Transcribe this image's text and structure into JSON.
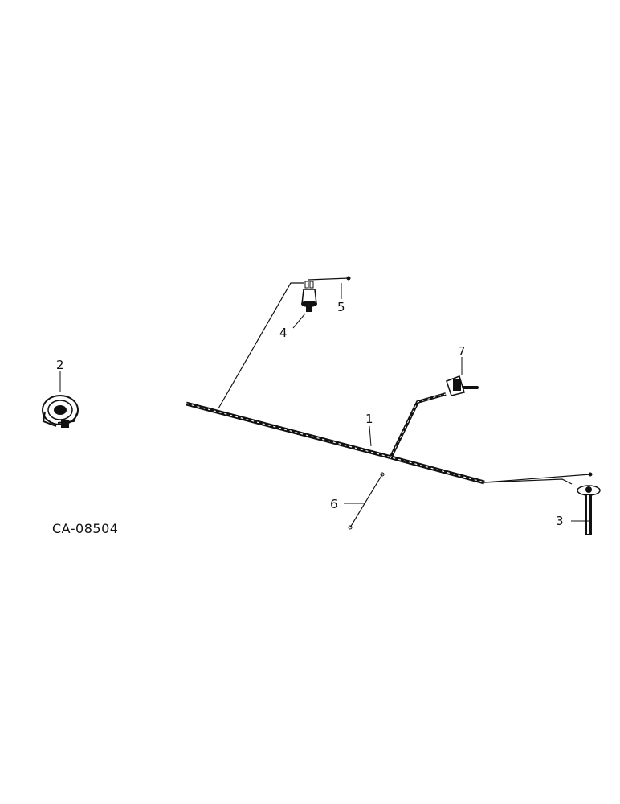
{
  "drawing_code": "CA-08504",
  "callouts": [
    "1",
    "2",
    "3",
    "4",
    "5",
    "6",
    "7"
  ],
  "colors": {
    "ink": "#111111",
    "background": "#ffffff"
  }
}
